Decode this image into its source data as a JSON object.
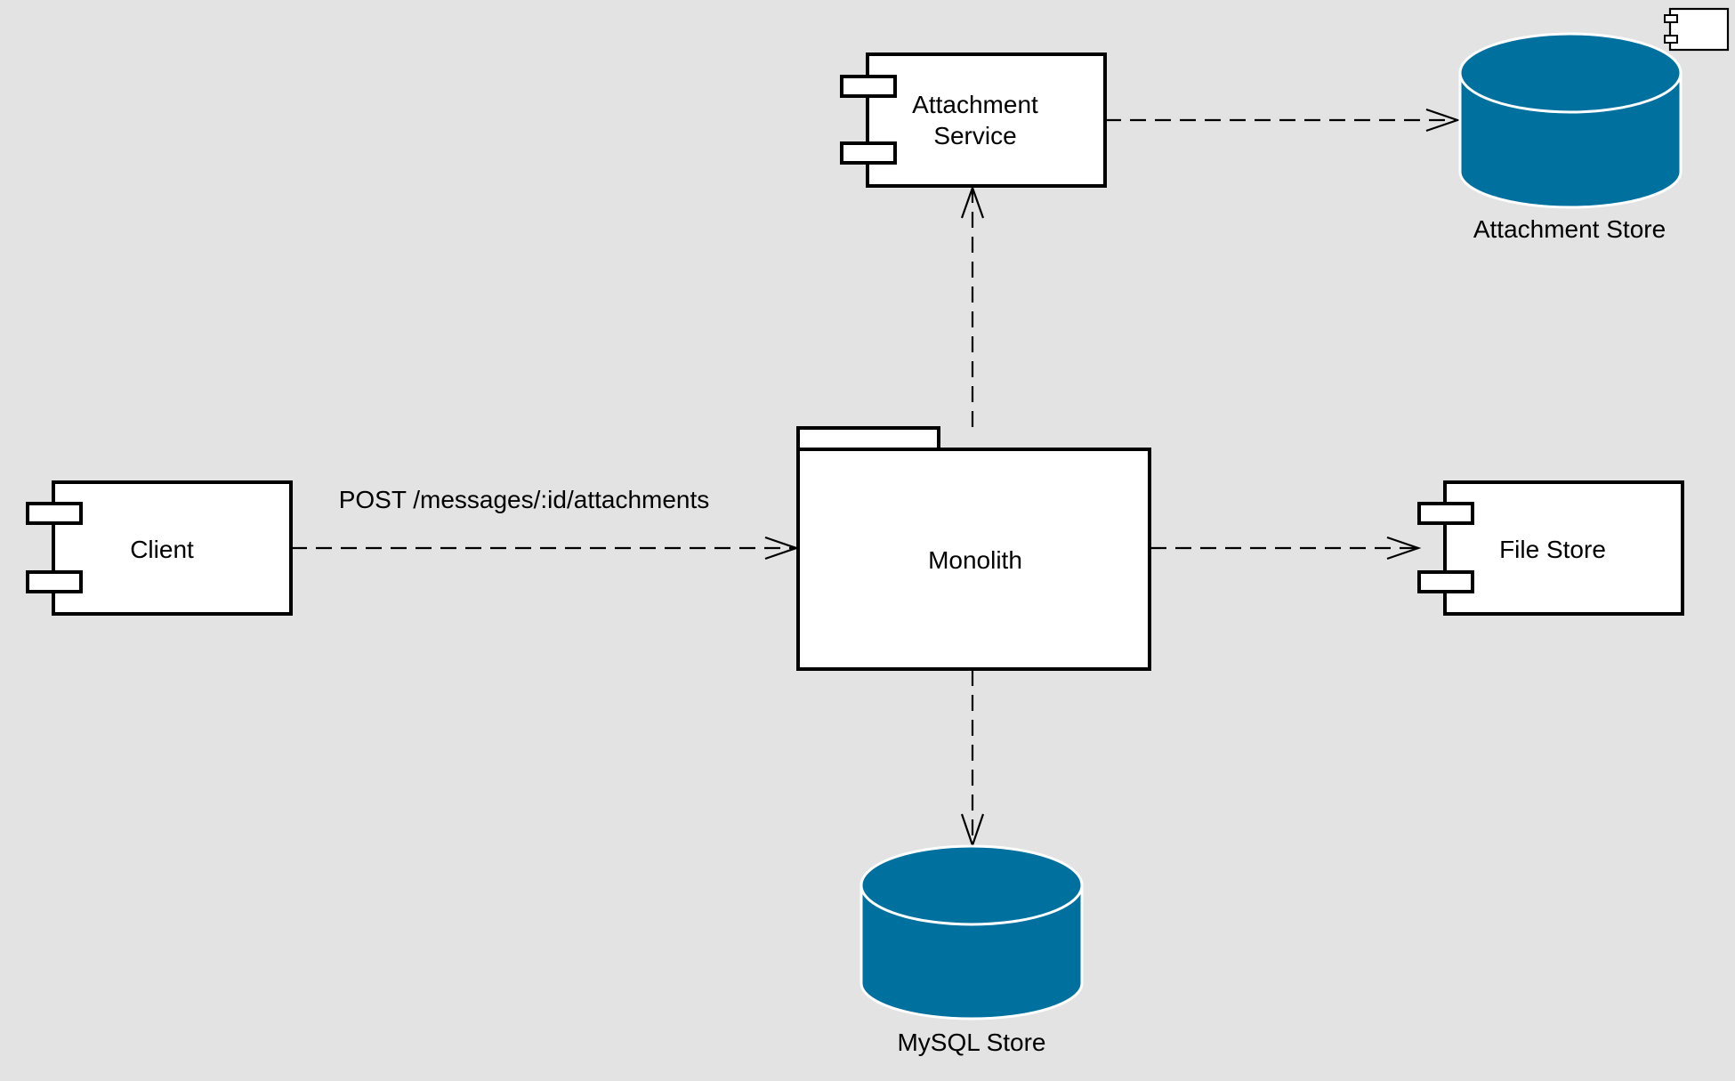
{
  "diagram": {
    "nodes": {
      "client": {
        "label": "Client",
        "kind": "component"
      },
      "attachment_service": {
        "label_line1": "Attachment",
        "label_line2": "Service",
        "kind": "component"
      },
      "monolith": {
        "label": "Monolith",
        "kind": "package"
      },
      "file_store": {
        "label": "File Store",
        "kind": "component"
      },
      "attachment_store": {
        "label": "Attachment Store",
        "kind": "database"
      },
      "mysql_store": {
        "label": "MySQL Store",
        "kind": "database"
      }
    },
    "edges": {
      "client_to_monolith": {
        "label": "POST /messages/:id/attachments",
        "style": "dashed-open-arrow"
      },
      "monolith_to_attachment_service": {
        "label": "",
        "style": "dashed-open-arrow"
      },
      "attachment_service_to_attachment_store": {
        "label": "",
        "style": "dashed-open-arrow"
      },
      "monolith_to_file_store": {
        "label": "",
        "style": "dashed-open-arrow"
      },
      "monolith_to_mysql_store": {
        "label": "",
        "style": "dashed-open-arrow"
      }
    },
    "corner_icon": "component-icon"
  },
  "colors": {
    "background": "#e3e3e3",
    "database_fill": "#00709f",
    "database_outline": "#ffffff",
    "box_fill": "#ffffff",
    "stroke": "#000000"
  }
}
